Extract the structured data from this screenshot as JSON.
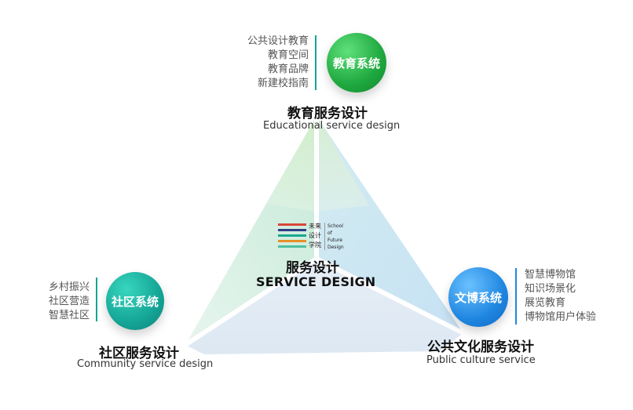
{
  "top": {
    "circle_label": "教育系统",
    "title_cn": "教育服务设计",
    "title_en": "Educational service design",
    "items": [
      "公共设计教育",
      "教育空间",
      "教育品牌",
      "新建校指南"
    ]
  },
  "left": {
    "circle_label": "社区系统",
    "title_cn": "社区服务设计",
    "title_en": "Community service design",
    "items": [
      "乡村振兴",
      "社区营造",
      "智慧社区"
    ]
  },
  "right": {
    "circle_label": "文博系统",
    "title_cn": "公共文化服务设计",
    "title_en": "Public culture service",
    "items": [
      "智慧博物馆",
      "知识场景化",
      "展览教育",
      "博物馆用户体验"
    ]
  },
  "center": {
    "title_cn": "服务设计",
    "title_en": "SERVICE DESIGN",
    "logo_cn": [
      "未来",
      "设计",
      "学院"
    ],
    "logo_en": [
      "School",
      "of",
      "Future",
      "Design"
    ]
  },
  "colors": {
    "green": "#1fa83f",
    "teal": "#14a596",
    "blue": "#1f86e0",
    "logo_bars": [
      "#d9453a",
      "#2f3f86",
      "#1aa88f",
      "#e8902c",
      "#4fbf9f"
    ]
  }
}
